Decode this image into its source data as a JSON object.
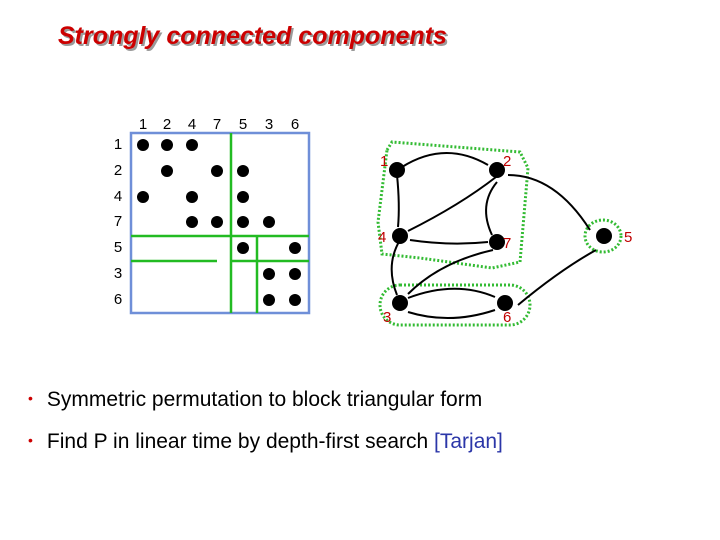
{
  "title": "Strongly connected components",
  "matrix": {
    "order": [
      "1",
      "2",
      "4",
      "7",
      "5",
      "3",
      "6"
    ],
    "nonzeros": [
      [
        0,
        0
      ],
      [
        0,
        1
      ],
      [
        0,
        2
      ],
      [
        1,
        1
      ],
      [
        1,
        3
      ],
      [
        1,
        4
      ],
      [
        2,
        0
      ],
      [
        2,
        2
      ],
      [
        2,
        4
      ],
      [
        3,
        2
      ],
      [
        3,
        3
      ],
      [
        3,
        4
      ],
      [
        3,
        5
      ],
      [
        4,
        4
      ],
      [
        4,
        6
      ],
      [
        5,
        5
      ],
      [
        5,
        6
      ],
      [
        6,
        5
      ],
      [
        6,
        6
      ]
    ],
    "block_boundaries": [
      3,
      4
    ]
  },
  "graph": {
    "nodes": [
      "1",
      "2",
      "4",
      "7",
      "3",
      "6",
      "5"
    ],
    "components": [
      [
        "1",
        "2",
        "4",
        "7"
      ],
      [
        "5"
      ],
      [
        "3",
        "6"
      ]
    ]
  },
  "colors": {
    "title": "#cc0000",
    "matrix_border": "#6f8fd8",
    "block_lines": "#22bb22",
    "node_labels": "#c00000",
    "component_outline": "#33bb33",
    "bullet": "#cc0000",
    "citation": "#2b36a8"
  },
  "bullets": [
    {
      "text": "Symmetric permutation to block triangular form",
      "cite": ""
    },
    {
      "text": "Find P in linear time by depth-first search ",
      "cite": "[Tarjan]"
    }
  ]
}
